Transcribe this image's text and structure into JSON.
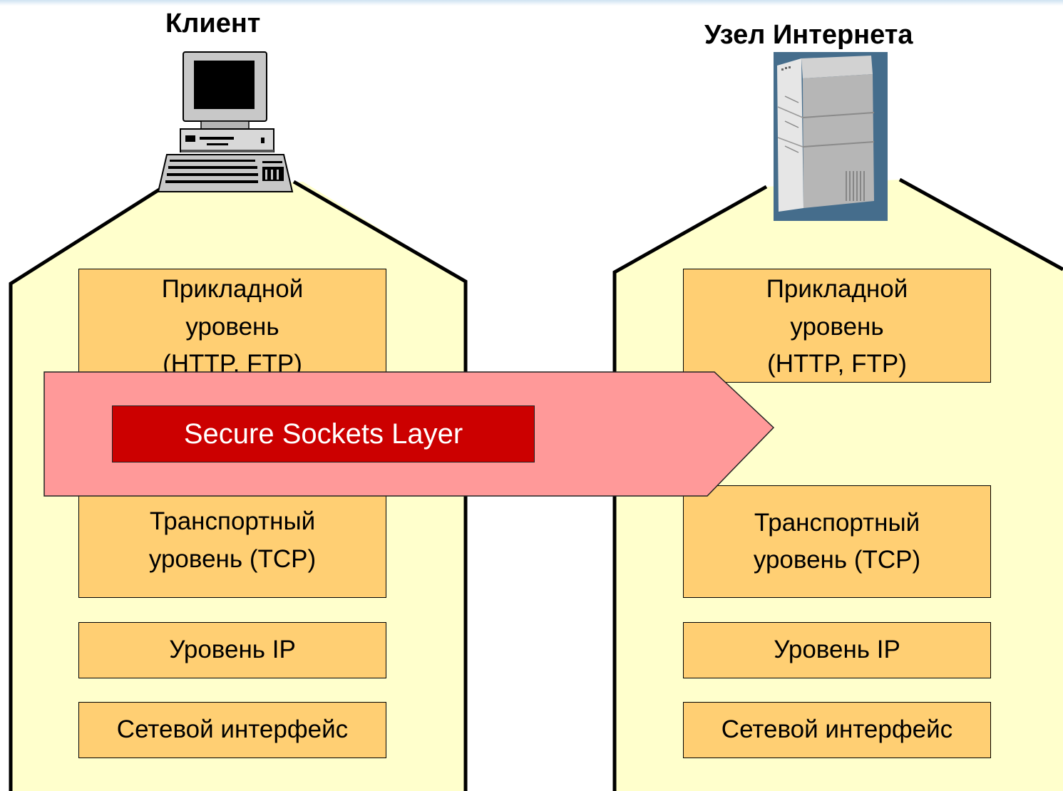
{
  "diagram": {
    "client": {
      "title": "Клиент"
    },
    "host": {
      "title": "Узел Интернета"
    },
    "client_layers": {
      "application": "Прикладной\nуровень\n(HTTP, FTP)",
      "transport": "Транспортный\nуровень (TCP)",
      "ip": "Уровень IP",
      "network": "Сетевой интерфейс"
    },
    "host_layers": {
      "application": "Прикладной\nуровень\n(HTTP, FTP)",
      "transport": "Транспортный\nуровень (TCP)",
      "ip": "Уровень IP",
      "network": "Сетевой интерфейс"
    },
    "ssl": {
      "label": "Secure Sockets Layer"
    },
    "colors": {
      "column_fill": "#ffffcc",
      "layer_fill": "#ffcf73",
      "arrow_fill": "#ff9999",
      "ssl_fill": "#cc0000"
    },
    "icons": {
      "client": "desktop-computer-icon",
      "host": "server-icon"
    }
  }
}
